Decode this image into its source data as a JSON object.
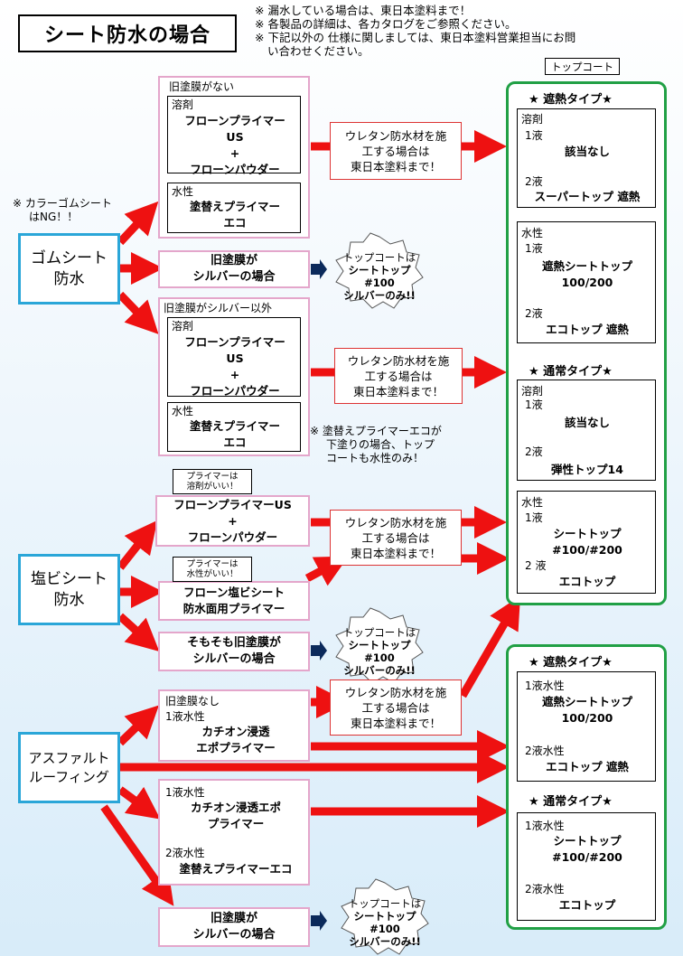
{
  "title": "シート防水の場合",
  "notes": [
    "※ 漏水している場合は、東日本塗料まで！",
    "※ 各製品の詳細は、各カタログをご参照ください。",
    "※ 下記以外の 仕様に関しましては、東日本塗料営業担当にお問",
    "い合わせください。"
  ],
  "topcoat_tag": "トップコート",
  "colors": {
    "arrow": "#ee1111",
    "nav_arrow": "#0b2a5b",
    "category_border": "#2aa6d8",
    "option_border": "#e4a6cb",
    "topcoat_border": "#21a045"
  },
  "rubber": {
    "label_line1": "ゴムシート",
    "label_line2": "防水",
    "warning_line1": "※ カラーゴムシート",
    "warning_line2": "はNG！！",
    "no_old_coating": {
      "header": "旧塗膜がない",
      "solvent_label": "溶剤",
      "solvent_p1": "フローンプライマー",
      "solvent_p2": "US",
      "solvent_plus": "+",
      "solvent_p3": "フローンパウダー",
      "water_label": "水性",
      "water_p1": "塗替えプライマー",
      "water_p2": "エコ"
    },
    "silver": {
      "line1": "旧塗膜が",
      "line2": "シルバーの場合"
    },
    "silver_burst": {
      "line1": "トップコートは",
      "line2": "シートトップ#100",
      "line3": "シルバーのみ!!"
    },
    "other_than_silver": {
      "header": "旧塗膜がシルバー以外",
      "solvent_label": "溶剤",
      "solvent_p1": "フローンプライマー",
      "solvent_p2": "US",
      "solvent_plus": "+",
      "solvent_p3": "フローンパウダー",
      "water_label": "水性",
      "water_p1": "塗替えプライマー",
      "water_p2": "エコ"
    },
    "eco_note_line1": "※ 塗替えプライマーエコが",
    "eco_note_line2": "下塗りの場合、トップ",
    "eco_note_line3": "コートも水性のみ！"
  },
  "urethan_note": {
    "line1": "ウレタン防水材を施",
    "line2": "工する場合は",
    "line3": "東日本塗料まで！"
  },
  "pvc": {
    "label_line1": "塩ビシート",
    "label_line2": "防水",
    "tip1_line1": "プライマーは",
    "tip1_line2": "溶剤がいい！",
    "opt1_line1": "フローンプライマーUS",
    "opt1_plus": "+",
    "opt1_line2": "フローンパウダー",
    "tip2_line1": "プライマーは",
    "tip2_line2": "水性がいい！",
    "opt2_line1": "フローン塩ビシート",
    "opt2_line2": "防水面用プライマー",
    "silver_line1": "そもそも旧塗膜が",
    "silver_line2": "シルバーの場合",
    "silver_burst": {
      "line1": "トップコートは",
      "line2": "シートトップ#100",
      "line3": "シルバーのみ!!"
    }
  },
  "asphalt": {
    "label_line1": "アスファルト",
    "label_line2": "ルーフィング",
    "opt1_header": "旧塗膜なし",
    "opt1_label": "1液水性",
    "opt1_line1": "カチオン浸透",
    "opt1_line2": "エポプライマー",
    "opt2_label1": "1液水性",
    "opt2_line1": "カチオン浸透エポ",
    "opt2_line2": "プライマー",
    "opt2_label2": "2液水性",
    "opt2_line3": "塗替えプライマーエコ",
    "silver_line1": "旧塗膜が",
    "silver_line2": "シルバーの場合",
    "silver_burst": {
      "line1": "トップコートは",
      "line2": "シートトップ#100",
      "line3": "シルバーのみ!!"
    }
  },
  "topcoat_upper": {
    "heat_header": "★ 遮熱タイプ★",
    "heat_solvent": {
      "label": "溶剤",
      "l1": "1液",
      "p1": "該当なし",
      "l2": "2液",
      "p2": "スーパートップ 遮熱"
    },
    "heat_water": {
      "label": "水性",
      "l1": "1液",
      "p1a": "遮熱シートトップ",
      "p1b": "100/200",
      "l2": "2液",
      "p2": "エコトップ 遮熱"
    },
    "normal_header": "★ 通常タイプ★",
    "normal_solvent": {
      "label": "溶剤",
      "l1": "1液",
      "p1": "該当なし",
      "l2": "2液",
      "p2": "弾性トップ14"
    },
    "normal_water": {
      "label": "水性",
      "l1": "1液",
      "p1a": "シートトップ",
      "p1b": "#100/#200",
      "l2": "2 液",
      "p2": "エコトップ"
    }
  },
  "topcoat_lower": {
    "heat_header": "★ 遮熱タイプ★",
    "heat": {
      "l1": "1液水性",
      "p1a": "遮熱シートトップ",
      "p1b": "100/200",
      "l2": "2液水性",
      "p2": "エコトップ 遮熱"
    },
    "normal_header": "★ 通常タイプ★",
    "normal": {
      "l1": "1液水性",
      "p1a": "シートトップ",
      "p1b": "#100/#200",
      "l2": "2液水性",
      "p2": "エコトップ"
    }
  }
}
